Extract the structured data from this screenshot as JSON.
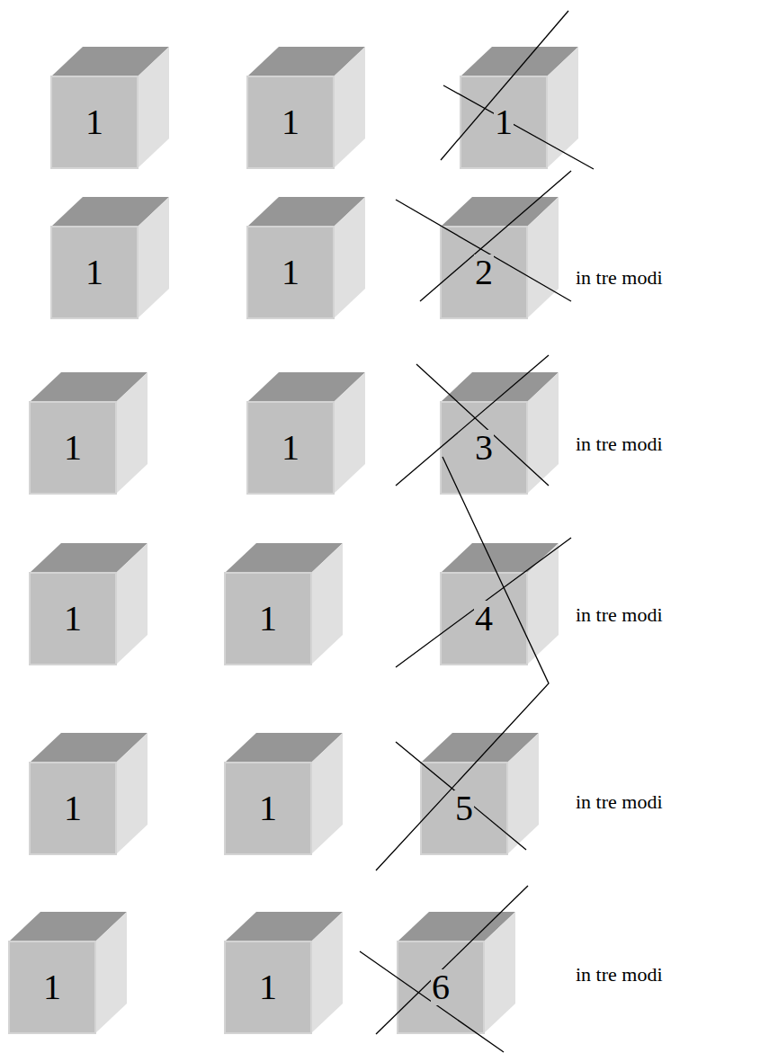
{
  "diagram": {
    "nodes": [
      {
        "text": [
          "1"
        ]
      },
      {
        "text": [
          "1"
        ]
      },
      {
        "text": [
          "1"
        ]
      },
      {
        "text": [
          "1"
        ]
      },
      {
        "text": [
          "1"
        ]
      },
      {
        "text": [
          "2"
        ]
      },
      {
        "text": [
          "1"
        ]
      },
      {
        "text": [
          "1"
        ]
      },
      {
        "text": [
          "3"
        ]
      },
      {
        "text": [
          "1"
        ]
      },
      {
        "text": [
          "1"
        ]
      },
      {
        "text": [
          "4"
        ]
      },
      {
        "text": [
          "1"
        ]
      },
      {
        "text": [
          "1"
        ]
      },
      {
        "text": [
          "5"
        ]
      },
      {
        "text": [
          "1"
        ]
      },
      {
        "text": [
          "1"
        ]
      },
      {
        "text": [
          "6"
        ]
      }
    ],
    "labels": [
      "in tre modi",
      "in tre modi",
      "in tre modi",
      "in tre modi",
      "in tre modi"
    ]
  }
}
